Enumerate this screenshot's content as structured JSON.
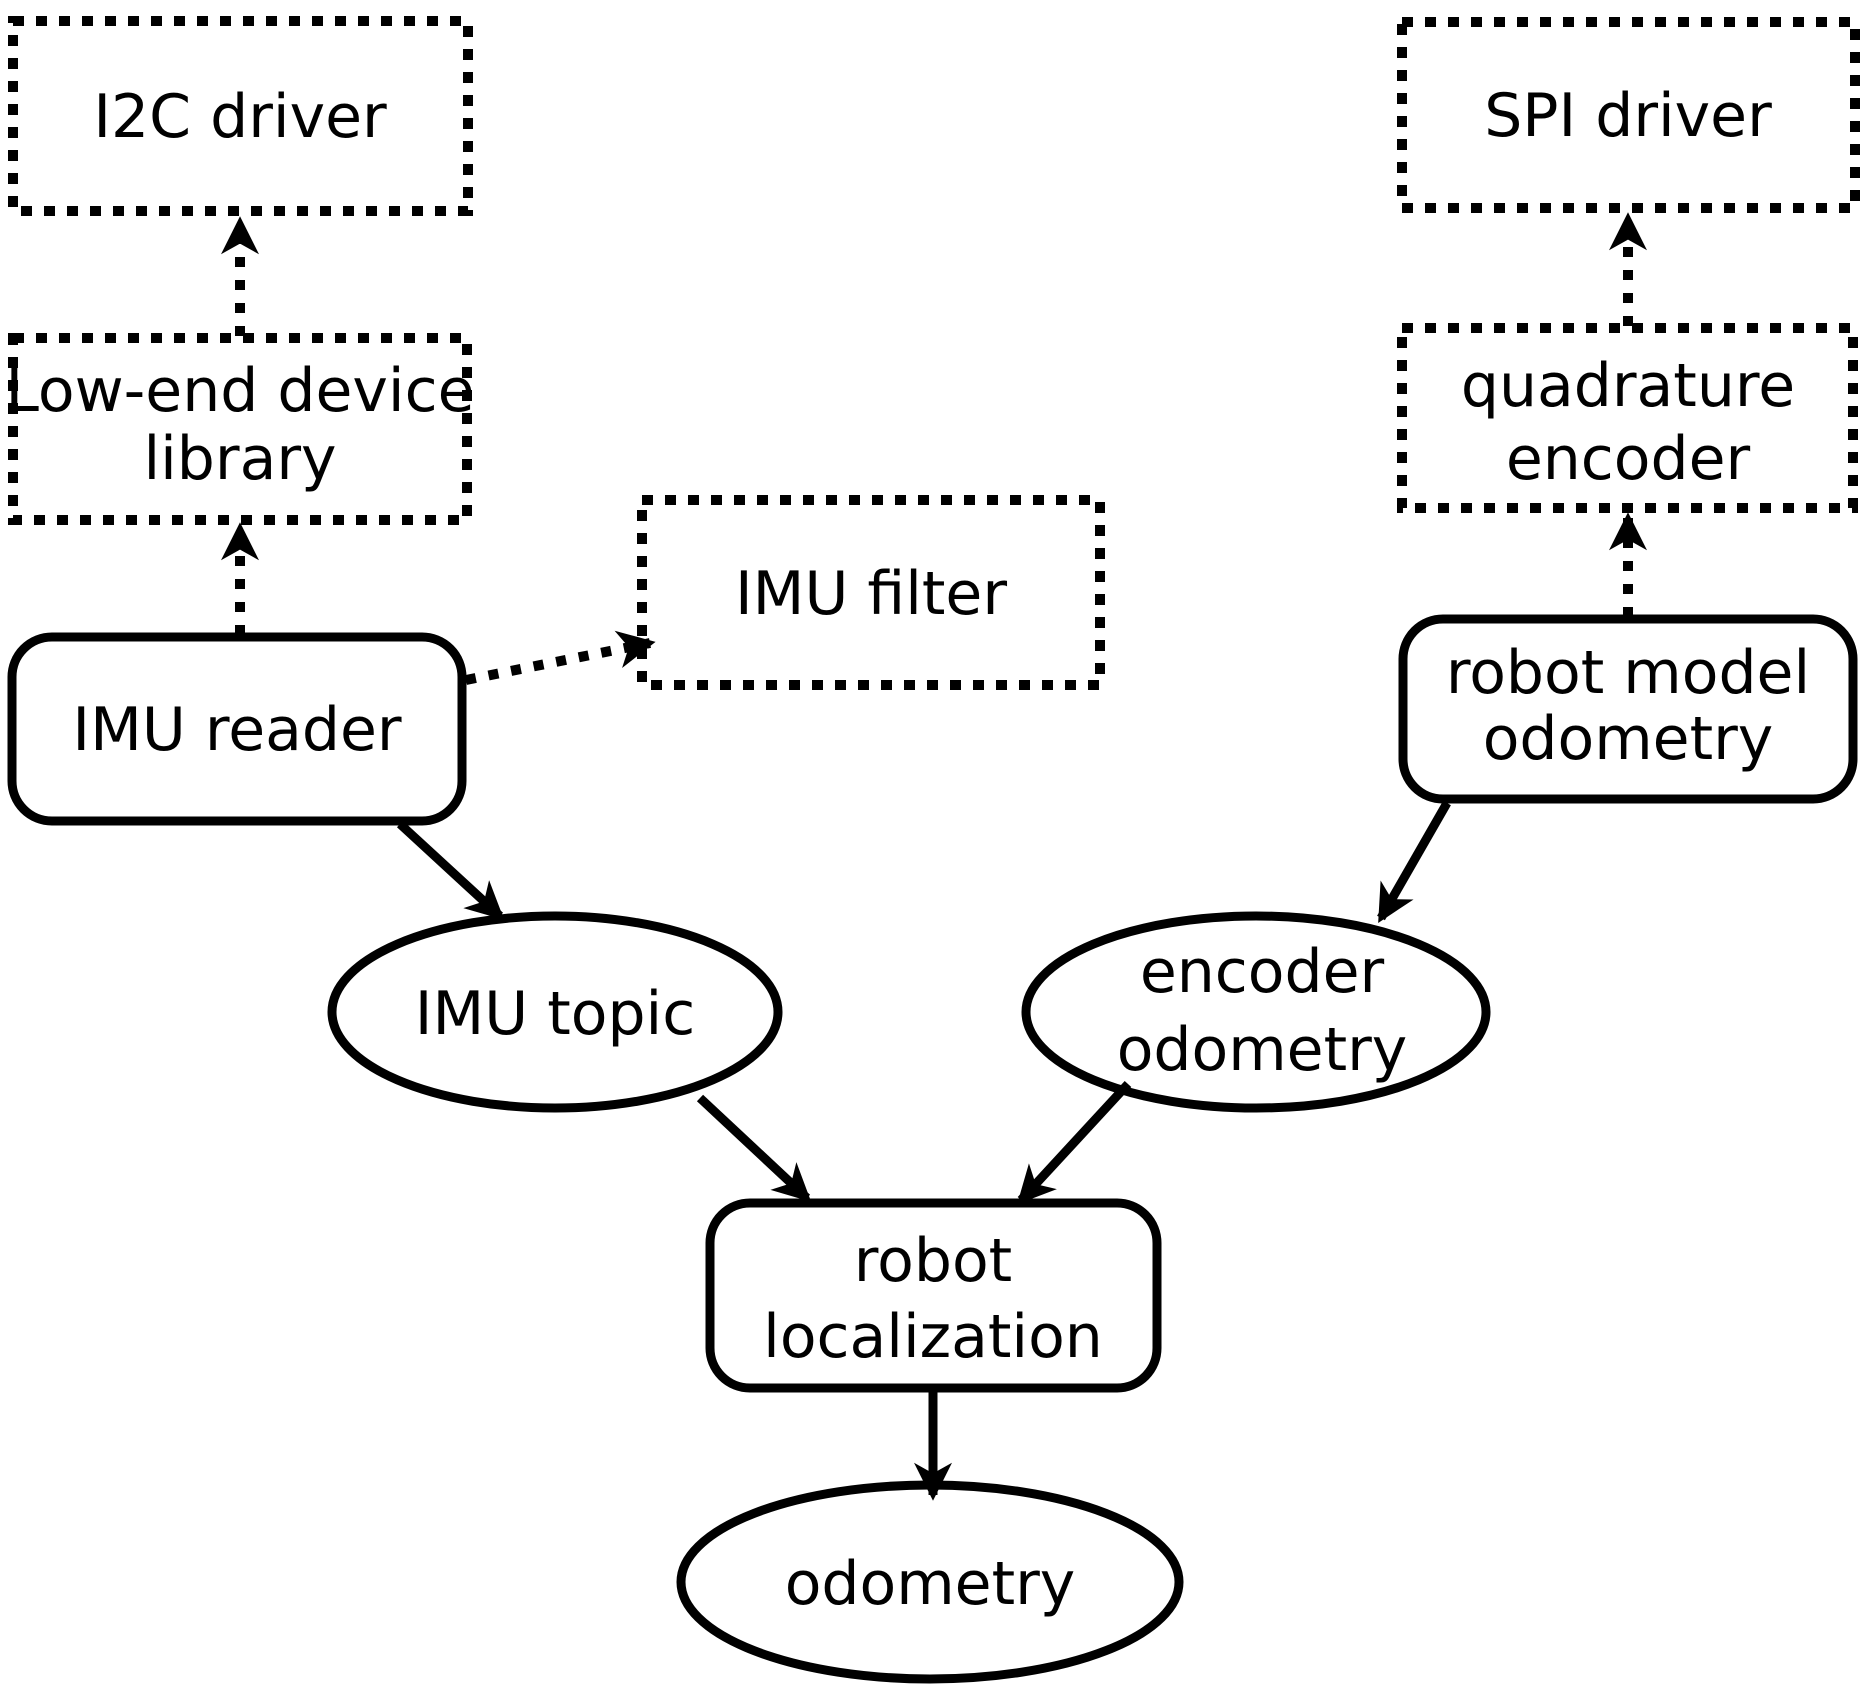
{
  "diagram": {
    "background_color": "#ffffff",
    "stroke_color": "#000000",
    "nodes": {
      "i2c_driver": {
        "label": "I2C driver",
        "type": "dashed-box"
      },
      "low_end_device_library": {
        "line1": "Low-end device",
        "line2": "library",
        "type": "dashed-box"
      },
      "imu_reader": {
        "label": "IMU reader",
        "type": "solid-rounded-box"
      },
      "imu_filter": {
        "label": "IMU filter",
        "type": "dashed-box"
      },
      "spi_driver": {
        "label": "SPI driver",
        "type": "dashed-box"
      },
      "quadrature_encoder": {
        "line1": "quadrature",
        "line2": "encoder",
        "type": "dashed-box"
      },
      "robot_model_odometry": {
        "line1": "robot model",
        "line2": "odometry",
        "type": "solid-rounded-box"
      },
      "imu_topic": {
        "label": "IMU topic",
        "type": "ellipse"
      },
      "encoder_odometry": {
        "line1": "encoder",
        "line2": "odometry",
        "type": "ellipse"
      },
      "robot_localization": {
        "line1": "robot",
        "line2": "localization",
        "type": "solid-rounded-box"
      },
      "odometry": {
        "label": "odometry",
        "type": "ellipse"
      }
    },
    "edges": [
      {
        "from": "low_end_device_library",
        "to": "i2c_driver",
        "style": "dotted"
      },
      {
        "from": "imu_reader",
        "to": "low_end_device_library",
        "style": "dotted"
      },
      {
        "from": "imu_reader",
        "to": "imu_filter",
        "style": "dotted"
      },
      {
        "from": "quadrature_encoder",
        "to": "spi_driver",
        "style": "dotted"
      },
      {
        "from": "robot_model_odometry",
        "to": "quadrature_encoder",
        "style": "dotted"
      },
      {
        "from": "imu_reader",
        "to": "imu_topic",
        "style": "solid"
      },
      {
        "from": "robot_model_odometry",
        "to": "encoder_odometry",
        "style": "solid"
      },
      {
        "from": "imu_topic",
        "to": "robot_localization",
        "style": "solid"
      },
      {
        "from": "encoder_odometry",
        "to": "robot_localization",
        "style": "solid"
      },
      {
        "from": "robot_localization",
        "to": "odometry",
        "style": "solid"
      }
    ]
  }
}
